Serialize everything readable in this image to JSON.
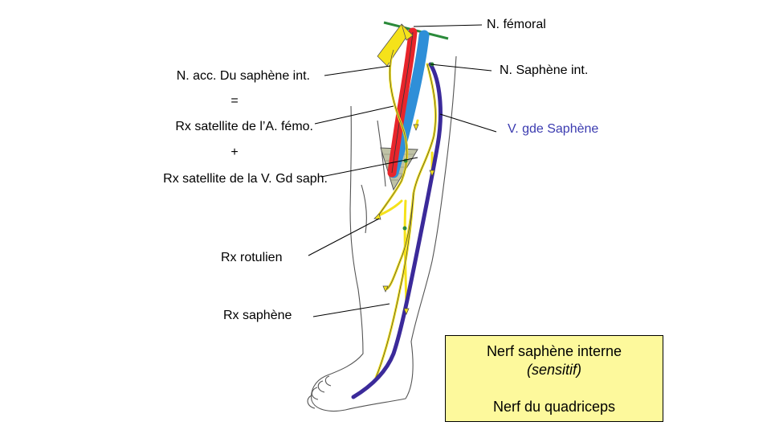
{
  "labels": {
    "n_femoral": "N. fémoral",
    "n_acc": "N. acc. Du saphène int.",
    "equals": "=",
    "rx_satellite_a": "Rx satellite de l’A. fémo.",
    "plus": "+",
    "rx_satellite_v": "Rx satellite de la V. Gd saph.",
    "n_saphene_int": "N. Saphène int.",
    "v_gde_saphene": "V. gde Saphène",
    "rx_rotulien": "Rx rotulien",
    "rx_saphene": "Rx saphène"
  },
  "infobox": {
    "line1": "Nerf saphène interne",
    "line2": "(sensitif)",
    "line3": "Nerf du quadriceps"
  },
  "colors": {
    "nerve": "#f5e21a",
    "artery": "#e8252b",
    "vein_deep": "#2f8fd8",
    "great_saphenous_vein": "#3b2a9a",
    "label_vgde": "#3b3bb0",
    "box_fill": "#fdf99c",
    "ligature": "#2a8a3a"
  }
}
